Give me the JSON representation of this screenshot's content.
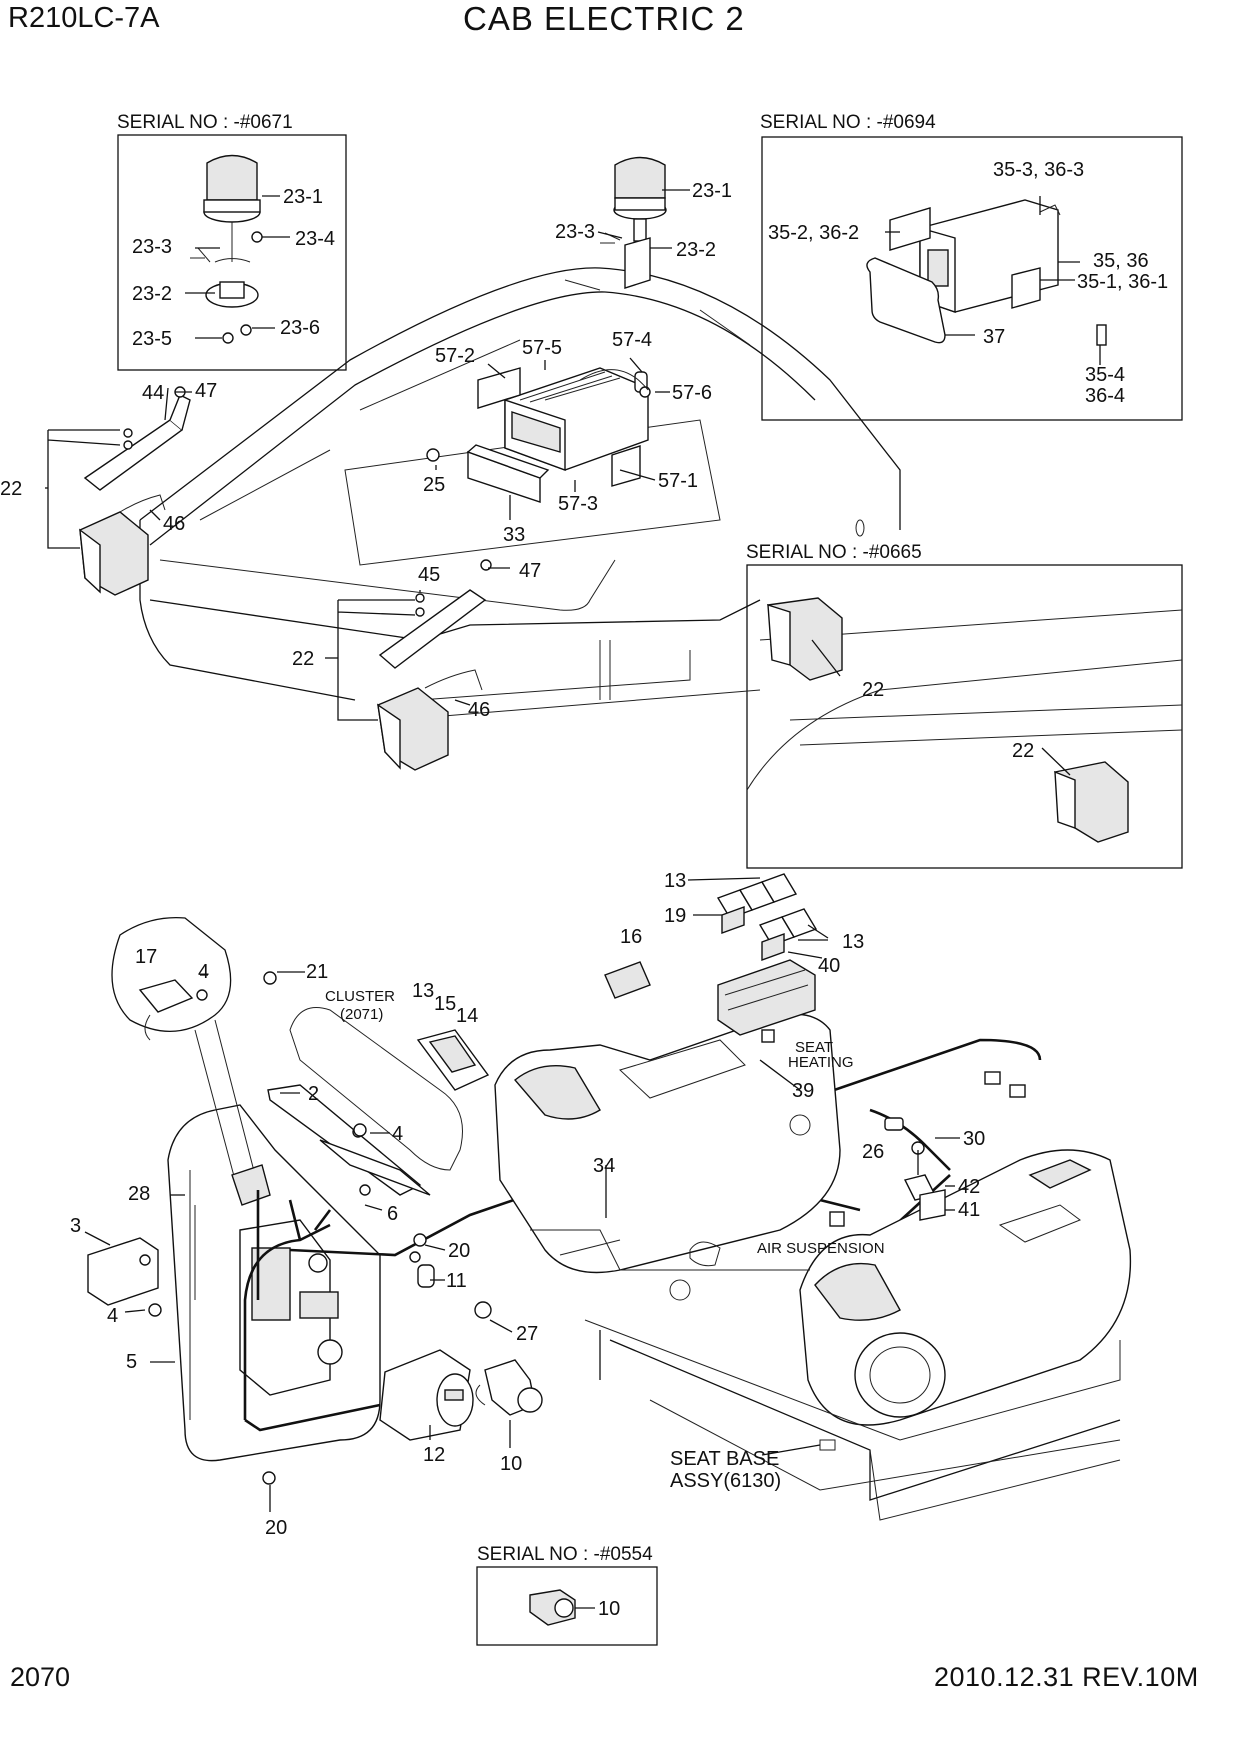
{
  "header": {
    "model": "R210LC-7A",
    "title": "CAB ELECTRIC 2"
  },
  "footer": {
    "page_number": "2070",
    "revision": "2010.12.31  REV.10M"
  },
  "serials": {
    "beacon": "SERIAL NO : -#0671",
    "radio": "SERIAL NO : -#0694",
    "lamp": "SERIAL NO : -#0665",
    "lighter": "SERIAL NO : -#0554"
  },
  "notes": {
    "cluster": "CLUSTER",
    "cluster_ref": "(2071)",
    "seat_heating_1": "SEAT",
    "seat_heating_2": "HEATING",
    "air_suspension": "AIR SUSPENSION",
    "seat_base_1": "SEAT BASE",
    "seat_base_2": "ASSY(6130)"
  },
  "labels": {
    "l23_1a": "23-1",
    "l23_3a": "23-3",
    "l23_4a": "23-4",
    "l23_2a": "23-2",
    "l23_5a": "23-5",
    "l23_6a": "23-6",
    "l23_1b": "23-1",
    "l23_3b": "23-3",
    "l23_2b": "23-2",
    "l35_3": "35-3, 36-3",
    "l35_2": "35-2, 36-2",
    "l35": "35, 36",
    "l35_1": "35-1, 36-1",
    "l37": "37",
    "l35_4": "35-4",
    "l36_4": "36-4",
    "l44": "44",
    "l47a": "47",
    "l22a": "22",
    "l46a": "46",
    "l57_2": "57-2",
    "l57_5": "57-5",
    "l57_4": "57-4",
    "l57_6": "57-6",
    "l25": "25",
    "l57_3": "57-3",
    "l57_1": "57-1",
    "l33": "33",
    "l45": "45",
    "l47b": "47",
    "l22b": "22",
    "l46b": "46",
    "l22c": "22",
    "l22d": "22",
    "l13a": "13",
    "l19": "19",
    "l13b": "13",
    "l40": "40",
    "l16": "16",
    "l17": "17",
    "l4a": "4",
    "l21": "21",
    "l13c": "13",
    "l15": "15",
    "l14": "14",
    "l2": "2",
    "l4b": "4",
    "l6": "6",
    "l28": "28",
    "l3": "3",
    "l4c": "4",
    "l5": "5",
    "l20a": "20",
    "l11": "11",
    "l27": "27",
    "l12": "12",
    "l10a": "10",
    "l20b": "20",
    "l34": "34",
    "l39": "39",
    "l30": "30",
    "l26": "26",
    "l42": "42",
    "l41": "41",
    "l10b": "10"
  }
}
